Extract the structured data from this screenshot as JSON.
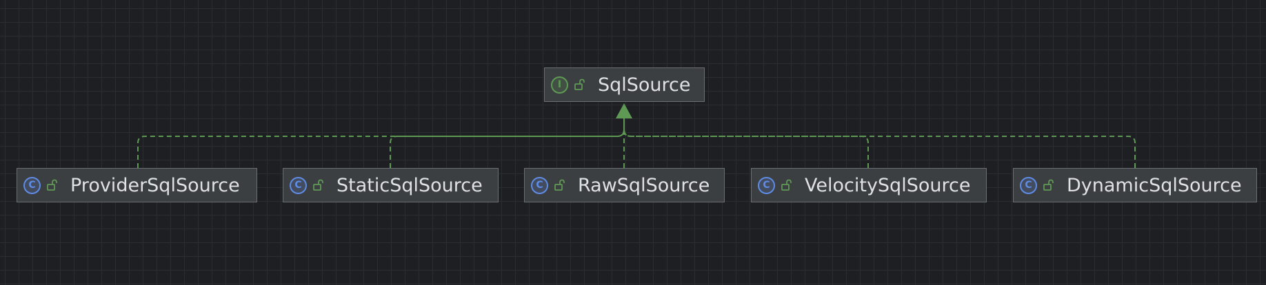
{
  "diagram": {
    "interface": {
      "name": "SqlSource",
      "kind": "interface",
      "kind_glyph": "I",
      "icon": "interface-icon",
      "visibility_icon": "public-lock-icon"
    },
    "implementations": [
      {
        "name": "ProviderSqlSource",
        "kind": "class",
        "kind_glyph": "C",
        "icon": "class-icon",
        "visibility_icon": "public-lock-icon"
      },
      {
        "name": "StaticSqlSource",
        "kind": "class",
        "kind_glyph": "C",
        "icon": "class-icon",
        "visibility_icon": "public-lock-icon"
      },
      {
        "name": "RawSqlSource",
        "kind": "class",
        "kind_glyph": "C",
        "icon": "class-icon",
        "visibility_icon": "public-lock-icon"
      },
      {
        "name": "VelocitySqlSource",
        "kind": "class",
        "kind_glyph": "C",
        "icon": "class-icon",
        "visibility_icon": "public-lock-icon"
      },
      {
        "name": "DynamicSqlSource",
        "kind": "class",
        "kind_glyph": "C",
        "icon": "class-icon",
        "visibility_icon": "public-lock-icon"
      }
    ],
    "relationship": "implements",
    "colors": {
      "background": "#1e1f22",
      "node_fill": "#3c3f41",
      "node_border": "#6b6e73",
      "text": "#dfe1e5",
      "edge": "#5f9a55",
      "class_icon": "#5e8ce6",
      "interface_icon": "#5f9a55"
    }
  }
}
